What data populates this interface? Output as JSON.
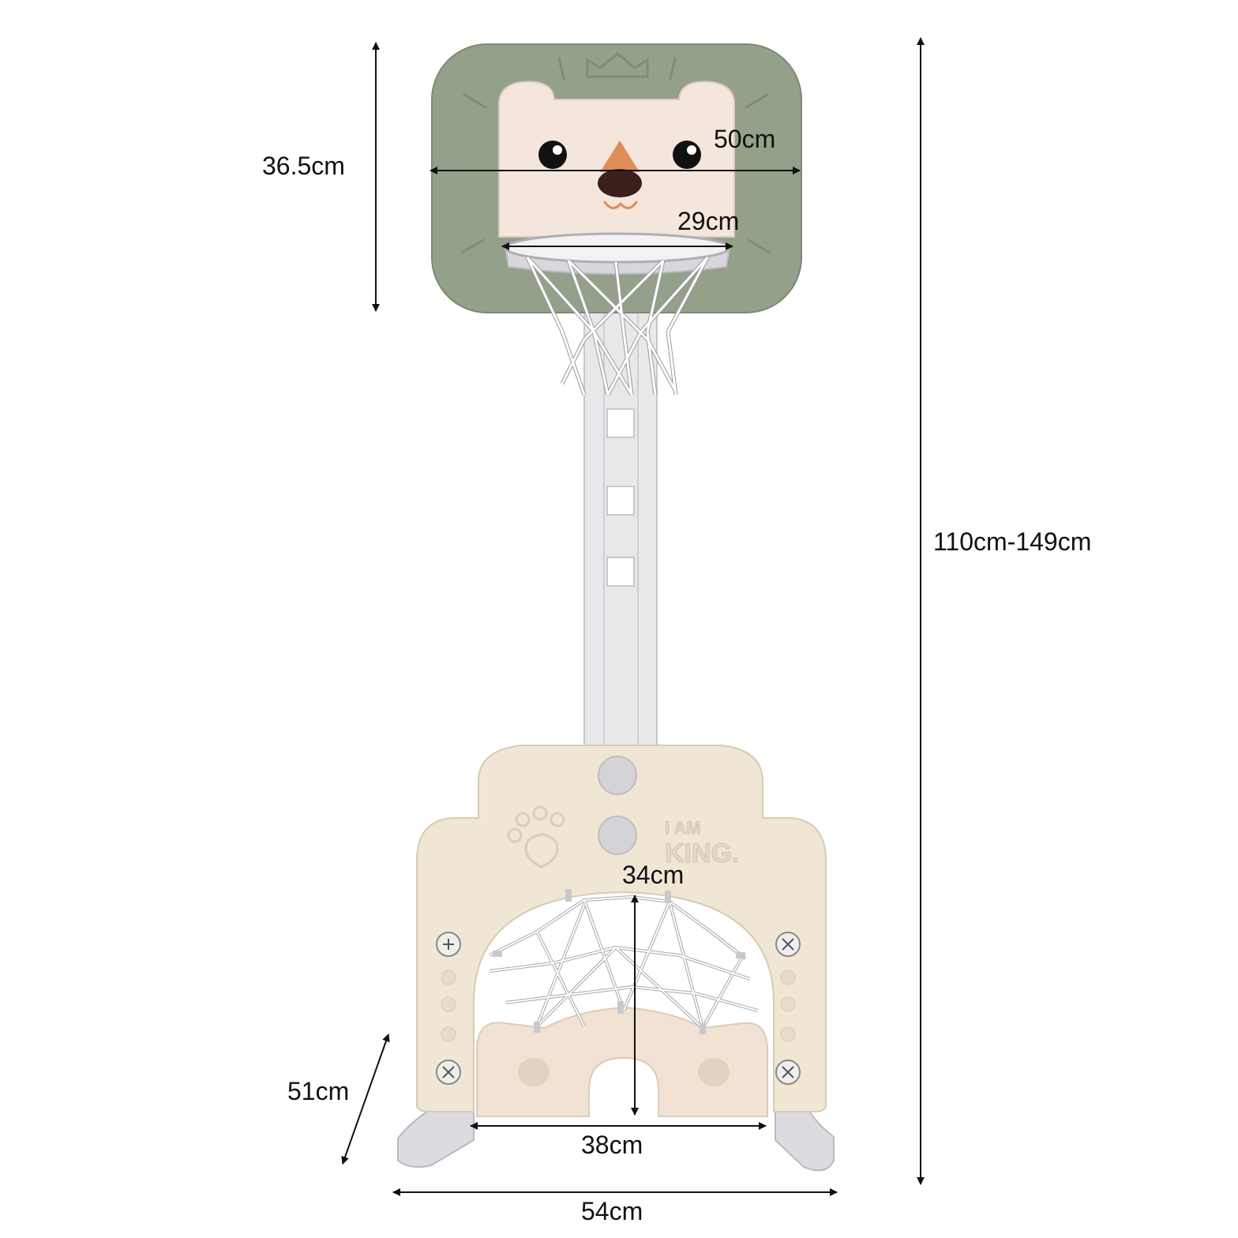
{
  "product": {
    "embossed_text_line1": "I AM",
    "embossed_text_line2": "KING."
  },
  "dimensions": {
    "backboard_height": "36.5cm",
    "backboard_width": "50cm",
    "hoop_diameter": "29cm",
    "total_height": "110cm-149cm",
    "goal_height": "34cm",
    "base_depth": "51cm",
    "goal_width": "38cm",
    "base_width": "54cm"
  },
  "colors": {
    "backboard_green": "#93a08a",
    "face_cream": "#f4e6dc",
    "nose_orange": "#df8c56",
    "base_cream": "#efe6d4",
    "pole_grey": "#e8e8ea",
    "foot_grey": "#dcdce0",
    "arrow": "#111111"
  }
}
